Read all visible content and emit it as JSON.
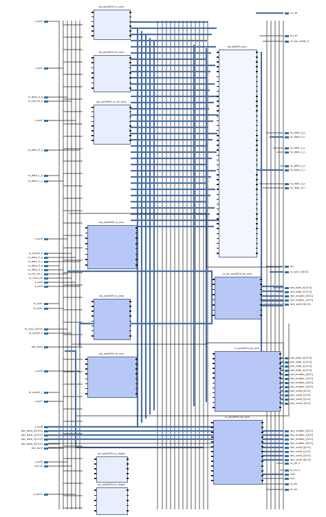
{
  "colors": {
    "wire_thin": "#1b1b1b",
    "wire_bus": "#4a6fa5",
    "block_light": "#e8eefc",
    "block_medium": "#b7c8f7",
    "block_pale": "#f3f6ff",
    "port": "#2f6f9e"
  },
  "blocks": [
    {
      "id": "b1",
      "title": "aio_axis4E09_rx_conv",
      "shade": "light"
    },
    {
      "id": "b2",
      "title": "aio_axis4E09_tx_conv",
      "shade": "light"
    },
    {
      "id": "b3",
      "title": "aio_axis4E09_rx_clk_conv",
      "shade": "light"
    },
    {
      "id": "b4",
      "title": "ad_ad9009_conv",
      "shade": "pale"
    },
    {
      "id": "b5",
      "title": "aio_axis4E09_rx_xcvr",
      "shade": "med"
    },
    {
      "id": "b6",
      "title": "rx_jes_axis4E09_tpl_core",
      "shade": "med"
    },
    {
      "id": "b7",
      "title": "aio_axis4E09_tx_jesd",
      "shade": "med"
    },
    {
      "id": "b8",
      "title": "aio_axis4E09_tx_xcvr",
      "shade": "med"
    },
    {
      "id": "b9",
      "title": "rx_axis4E09_tpl_core",
      "shade": "med"
    },
    {
      "id": "b10",
      "title": "tx_axis4E09_tpl_core",
      "shade": "med"
    },
    {
      "id": "b11",
      "title": "axi_axis4E09_rx_clkgen",
      "shade": "light"
    },
    {
      "id": "b12",
      "title": "axi_axis4E09_tx_clkgen",
      "shade": "light"
    }
  ],
  "left_ports": [
    {
      "id": "lp1",
      "label": "s_axi0"
    },
    {
      "id": "lp2",
      "label": "s_axi1"
    },
    {
      "id": "lp3",
      "label": "rx_data_0_p"
    },
    {
      "id": "lp4",
      "label": "rx_ref_clk_0"
    },
    {
      "id": "lp5",
      "label": "s_axi2"
    },
    {
      "id": "lp6",
      "label": "rx_data_0_n"
    },
    {
      "id": "lp7",
      "label": "rx_data_1_p"
    },
    {
      "id": "lp8",
      "label": "rx_data_1_n"
    },
    {
      "id": "lp9",
      "label": "s_axi3"
    },
    {
      "id": "lp10",
      "label": "rx_sysref_0"
    },
    {
      "id": "lp11",
      "label": "rx_data_2_p"
    },
    {
      "id": "lp12",
      "label": "rx_data_2_n"
    },
    {
      "id": "lp13",
      "label": "rx_data_3_p"
    },
    {
      "id": "lp14",
      "label": "rx_data_3_n"
    },
    {
      "id": "lp15",
      "label": "rx_ref_clk_1"
    },
    {
      "id": "lp16",
      "label": "rx_core_clk"
    },
    {
      "id": "lp17",
      "label": "s_axi4"
    },
    {
      "id": "lp18",
      "label": "s_axi5"
    },
    {
      "id": "lp19",
      "label": "rx_sync"
    },
    {
      "id": "lp20",
      "label": "tx_sync"
    },
    {
      "id": "lp21",
      "label": "tx_sync_0[0:0]"
    },
    {
      "id": "lp22",
      "label": "tx_sysref_0"
    },
    {
      "id": "lp23",
      "label": "adc_dovf"
    },
    {
      "id": "lp24",
      "label": "s_axi6"
    },
    {
      "id": "lp25",
      "label": "tx_sysref_1"
    },
    {
      "id": "lp26",
      "label": "s_axi7"
    },
    {
      "id": "lp27",
      "label": "s_axi8"
    },
    {
      "id": "lp28",
      "label": "dac_data_0[15:0]"
    },
    {
      "id": "lp29",
      "label": "dac_data_1[15:0]"
    },
    {
      "id": "lp30",
      "label": "dac_data_2[15:0]"
    },
    {
      "id": "lp31",
      "label": "dac_data_3[15:0]"
    },
    {
      "id": "lp32",
      "label": "dac_dunf"
    },
    {
      "id": "lp33",
      "label": "s_axi9"
    },
    {
      "id": "lp34",
      "label": "ref_clk"
    },
    {
      "id": "lp35",
      "label": "s_axi10"
    }
  ],
  "right_ports": [
    {
      "id": "rp1",
      "label": "rx_ref"
    },
    {
      "id": "rp2",
      "label": "tx_ref"
    },
    {
      "id": "rp3",
      "label": "rx_sys_ready_0"
    },
    {
      "id": "rp4",
      "label": "tx_data_0_p"
    },
    {
      "id": "rp5",
      "label": "tx_data_0_n"
    },
    {
      "id": "rp6",
      "label": "tx_data_1_p"
    },
    {
      "id": "rp7",
      "label": "tx_data_1_n"
    },
    {
      "id": "rp8",
      "label": "tx_data_2_p"
    },
    {
      "id": "rp9",
      "label": "tx_data_2_n"
    },
    {
      "id": "rp10",
      "label": "tx_data_3_p"
    },
    {
      "id": "rp11",
      "label": "tx_data_3_n"
    },
    {
      "id": "rp12",
      "label": "irq"
    },
    {
      "id": "rp13",
      "label": "rx_sync_0[0:0]"
    },
    {
      "id": "rp14",
      "label": "adc_data_0[15:0]"
    },
    {
      "id": "rp15",
      "label": "adc_data_1[15:0]"
    },
    {
      "id": "rp16",
      "label": "adc_enable_0[0:0]"
    },
    {
      "id": "rp17",
      "label": "adc_enable_1[0:0]"
    },
    {
      "id": "rp18",
      "label": "adc_valid_0[0:0]"
    },
    {
      "id": "rp19",
      "label": "adc_data_0[15:0]"
    },
    {
      "id": "rp20",
      "label": "adc_data_1[15:0]"
    },
    {
      "id": "rp21",
      "label": "adc_data_2[15:0]"
    },
    {
      "id": "rp22",
      "label": "adc_data_3[15:0]"
    },
    {
      "id": "rp23",
      "label": "adc_enable_0[0:0]"
    },
    {
      "id": "rp24",
      "label": "adc_enable_1[0:0]"
    },
    {
      "id": "rp25",
      "label": "adc_enable_2[0:0]"
    },
    {
      "id": "rp26",
      "label": "adc_enable_3[0:0]"
    },
    {
      "id": "rp27",
      "label": "adc_valid_0[0:0]"
    },
    {
      "id": "rp28",
      "label": "adc_valid_1[0:0]"
    },
    {
      "id": "rp29",
      "label": "adc_valid_2[0:0]"
    },
    {
      "id": "rp30",
      "label": "adc_valid_3[0:0]"
    },
    {
      "id": "rp31",
      "label": "dac_enable_0[0:0]"
    },
    {
      "id": "rp32",
      "label": "dac_enable_1[0:0]"
    },
    {
      "id": "rp33",
      "label": "dac_enable_2[0:0]"
    },
    {
      "id": "rp34",
      "label": "dac_enable_3[0:0]"
    },
    {
      "id": "rp35",
      "label": "dac_valid_0[0:0]"
    },
    {
      "id": "rp36",
      "label": "dac_valid_1[0:0]"
    },
    {
      "id": "rp37",
      "label": "dac_valid_2[0:0]"
    },
    {
      "id": "rp38",
      "label": "dac_valid_3[0:0]"
    },
    {
      "id": "rp39",
      "label": "rx_clk_0"
    },
    {
      "id": "rp40",
      "label": "tx_clk_0"
    },
    {
      "id": "rp41",
      "label": "irq0"
    },
    {
      "id": "rp42",
      "label": "irq1"
    },
    {
      "id": "rp43",
      "label": "rx_clk"
    },
    {
      "id": "rp44",
      "label": "tx_clk"
    }
  ]
}
